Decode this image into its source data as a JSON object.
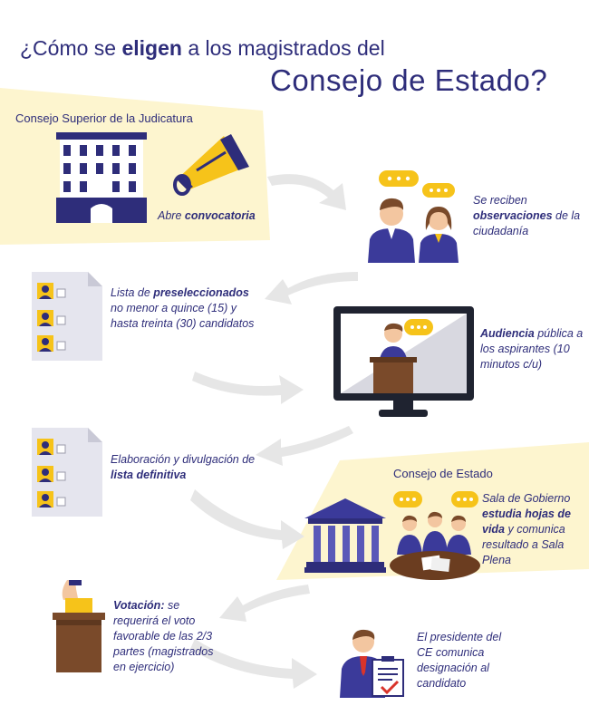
{
  "title": {
    "prefix": "¿Cómo se ",
    "emphasis": "eligen",
    "suffix": " a los magistrados del",
    "line2": "Consejo de Estado?"
  },
  "sections": {
    "csj_header": "Consejo Superior de la Judicatura",
    "ce_header": "Consejo de Estado"
  },
  "steps": {
    "s1": {
      "pre": "Abre ",
      "bold": "convocatoria",
      "post": ""
    },
    "s2": {
      "pre": "Se reciben ",
      "bold": "observaciones",
      "post": " de la ciudadanía"
    },
    "s3": {
      "pre": "Lista de ",
      "bold": "preseleccionados",
      "post": " no menor a quince (15) y hasta treinta (30) candidatos"
    },
    "s4": {
      "pre": "",
      "bold": "Audiencia",
      "post": " pública a los aspirantes (10 minutos c/u)"
    },
    "s5": {
      "pre": "Elaboración y divulgación de ",
      "bold": "lista definitiva",
      "post": ""
    },
    "s6": {
      "pre": "Sala de Gobierno ",
      "bold": "estudia hojas de vida",
      "post": " y comunica resultado a Sala Plena"
    },
    "s7": {
      "pre": "",
      "bold": "Votación:",
      "post": " se requerirá el voto favorable de las 2/3 partes (magistrados en ejercicio)"
    },
    "s8": {
      "pre": "",
      "bold": "",
      "post": "El presidente del CE comunica designación al candidato"
    }
  },
  "colors": {
    "navy": "#2e2d7a",
    "highlight": "#fdf5cf",
    "gold": "#f6c31a",
    "arrow": "#e8e8e8",
    "brown": "#7a4a2a"
  }
}
